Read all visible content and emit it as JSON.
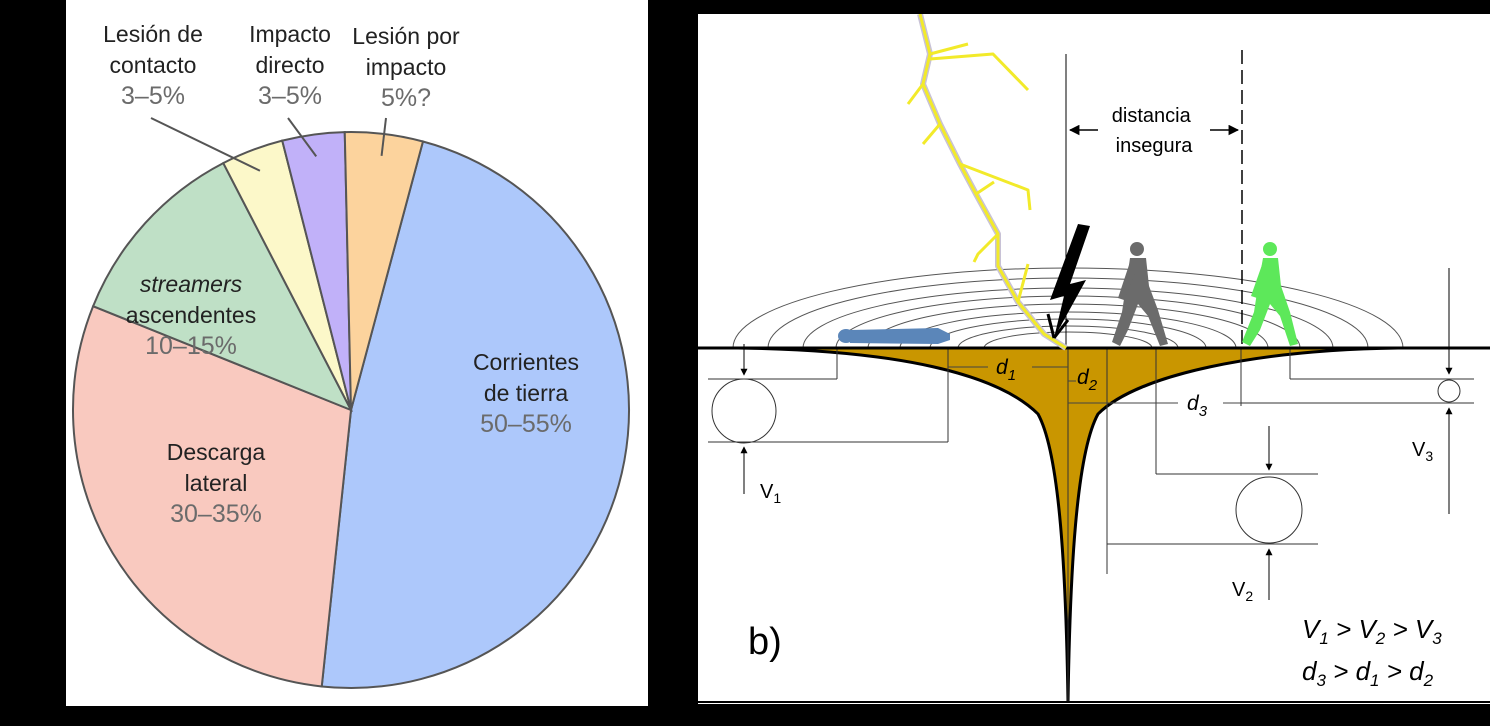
{
  "colors": {
    "ground_currents": "#adc8fb",
    "side_flash": "#f9c9bf",
    "upward_streamers": "#bfe0c6",
    "contact_injury": "#fcf8c9",
    "direct_strike": "#c1b1f9",
    "blunt_injury": "#fcd39d",
    "ground_potential": "#c99600",
    "lightning": "#f2ea2a",
    "victim_lying": "#5b86b9",
    "person_grey": "#6b6b6b",
    "person_green": "#5de85a"
  },
  "chart_data": {
    "type": "pie",
    "slices": [
      {
        "label_lines": [
          "Corrientes",
          "de tierra"
        ],
        "range": "50–55%",
        "value": 52.5
      },
      {
        "label_lines": [
          "Descarga",
          "lateral"
        ],
        "range": "30–35%",
        "value": 32.5
      },
      {
        "label_lines": [
          "streamers",
          "ascendentes"
        ],
        "range": "10–15%",
        "value": 12.5
      },
      {
        "label_lines": [
          "Lesión de",
          "contacto"
        ],
        "range": "3–5%",
        "value": 4
      },
      {
        "label_lines": [
          "Impacto",
          "directo"
        ],
        "range": "3–5%",
        "value": 4
      },
      {
        "label_lines": [
          "Lesión por",
          "impacto"
        ],
        "range": "5%?",
        "value": 5
      }
    ]
  },
  "diagram": {
    "panel_label": "b)",
    "unsafe_distance_lines": [
      "distancia",
      "insegura"
    ],
    "d1": "d",
    "d1_sub": "1",
    "d2": "d",
    "d2_sub": "2",
    "d3": "d",
    "d3_sub": "3",
    "v1": "V",
    "v1_sub": "1",
    "v2": "V",
    "v2_sub": "2",
    "v3": "V",
    "v3_sub": "3",
    "eq1": {
      "a": "V",
      "a_sub": "1",
      "op1": " > ",
      "b": "V",
      "b_sub": "2",
      "op2": " > ",
      "c": "V",
      "c_sub": "3"
    },
    "eq2": {
      "a": "d",
      "a_sub": "3",
      "op1": " > ",
      "b": "d",
      "b_sub": "1",
      "op2": " > ",
      "c": "d",
      "c_sub": "2"
    }
  }
}
